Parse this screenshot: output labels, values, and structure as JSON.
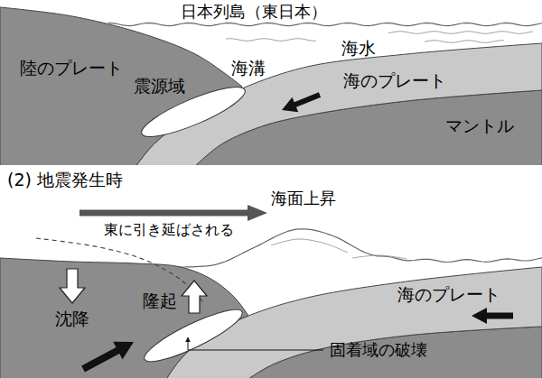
{
  "diagram": {
    "nodes": [
      {
        "text": [
          "震源域"
        ]
      }
    ],
    "labels": [
      "日本列島（東日本）",
      "陸のプレート",
      "海溝",
      "海水",
      "海のプレート",
      "マントル",
      "(2) 地震発生時",
      "東に引き延ばされる",
      "海面上昇",
      "沈降",
      "隆起",
      "海のプレート",
      "固着域の破壊"
    ]
  }
}
